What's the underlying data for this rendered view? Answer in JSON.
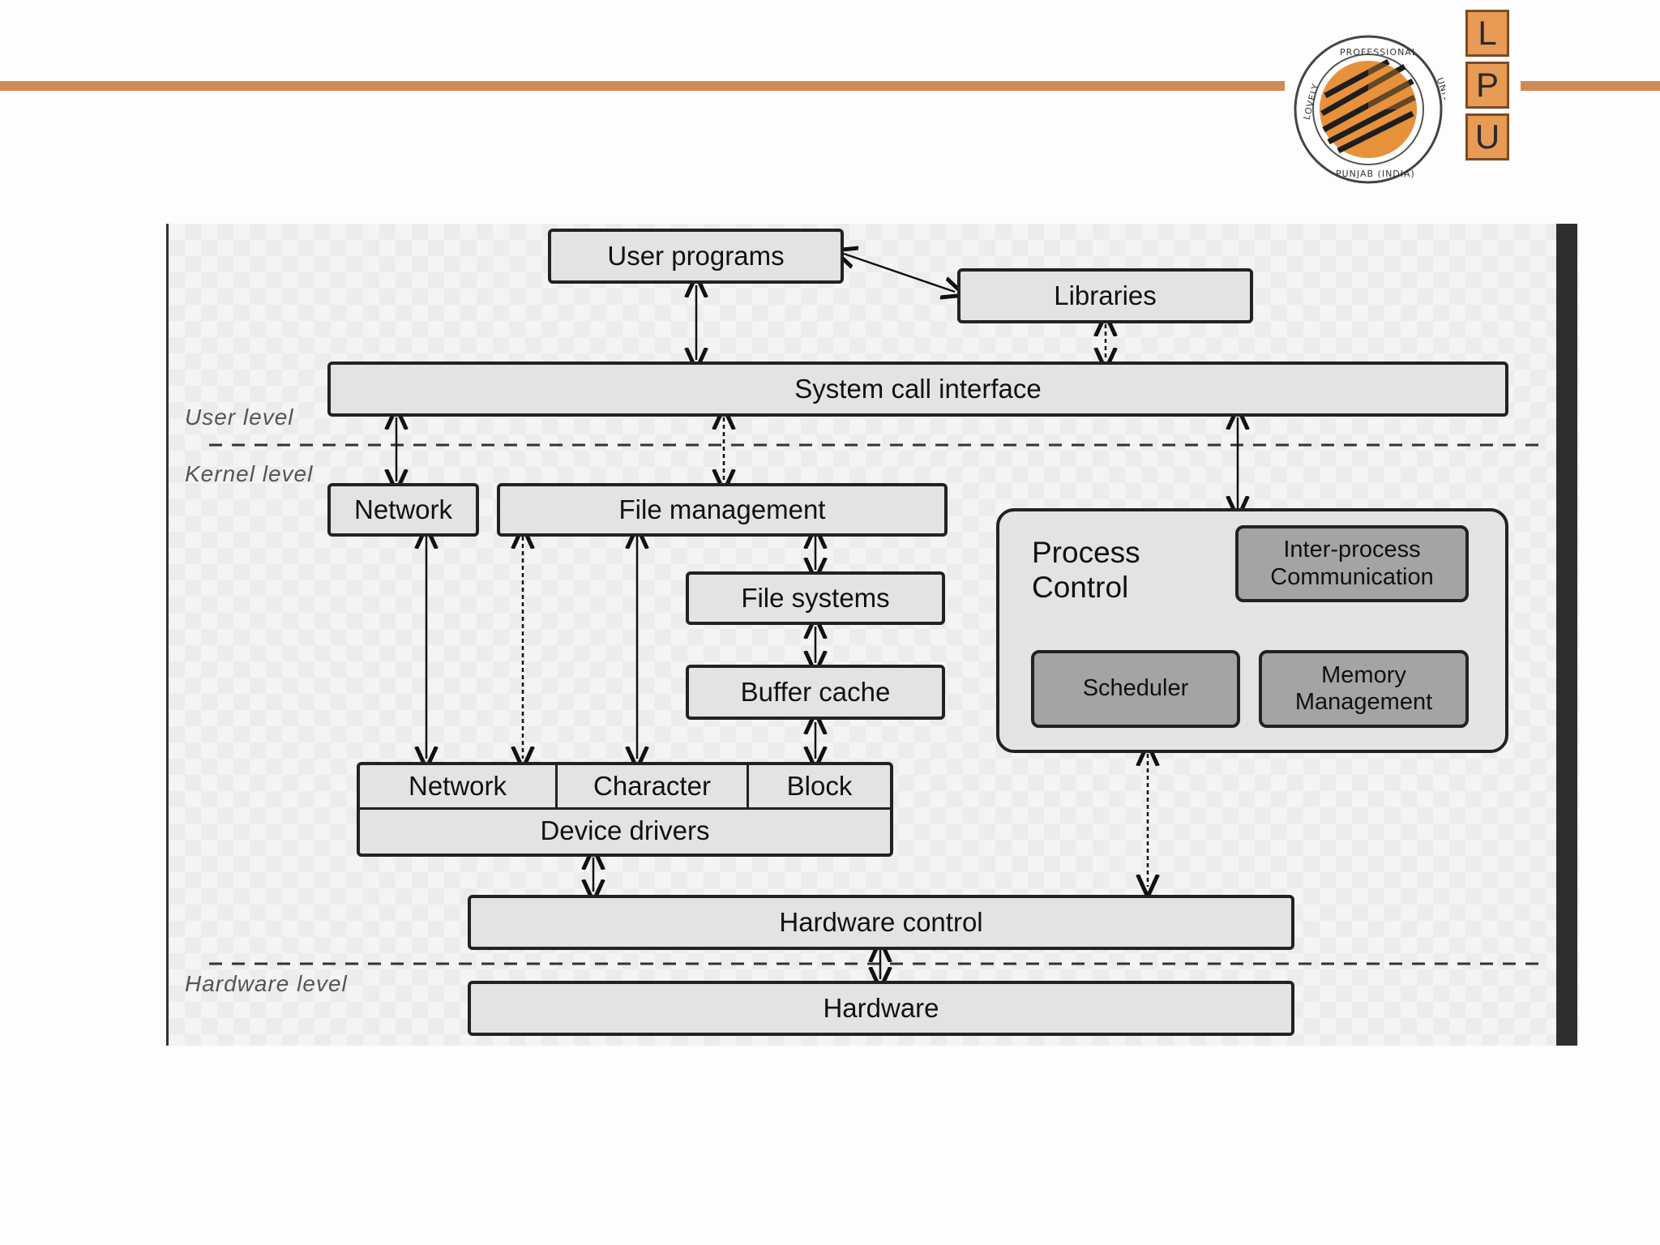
{
  "diagram": {
    "user_programs": "User programs",
    "libraries": "Libraries",
    "system_call_interface": "System call interface",
    "user_level": "User level",
    "kernel_level": "Kernel level",
    "hardware_level": "Hardware level",
    "network": "Network",
    "file_management": "File management",
    "file_systems": "File systems",
    "buffer_cache": "Buffer cache",
    "process_control": "Process\nControl",
    "ipc": "Inter-process\nCommunication",
    "scheduler": "Scheduler",
    "memory_management": "Memory\nManagement",
    "drivers_network": "Network",
    "drivers_character": "Character",
    "drivers_block": "Block",
    "device_drivers": "Device drivers",
    "hardware_control": "Hardware control",
    "hardware": "Hardware"
  },
  "logo": {
    "letters": [
      "L",
      "P",
      "U"
    ],
    "seal_top": "PROFESSIONAL",
    "seal_left": "LOVELY",
    "seal_right": "UNIVERSITY",
    "seal_bottom": "PUNJAB (INDIA)",
    "colors": {
      "orange": "#e89b54",
      "brand_bar": "#cf8a52"
    }
  }
}
